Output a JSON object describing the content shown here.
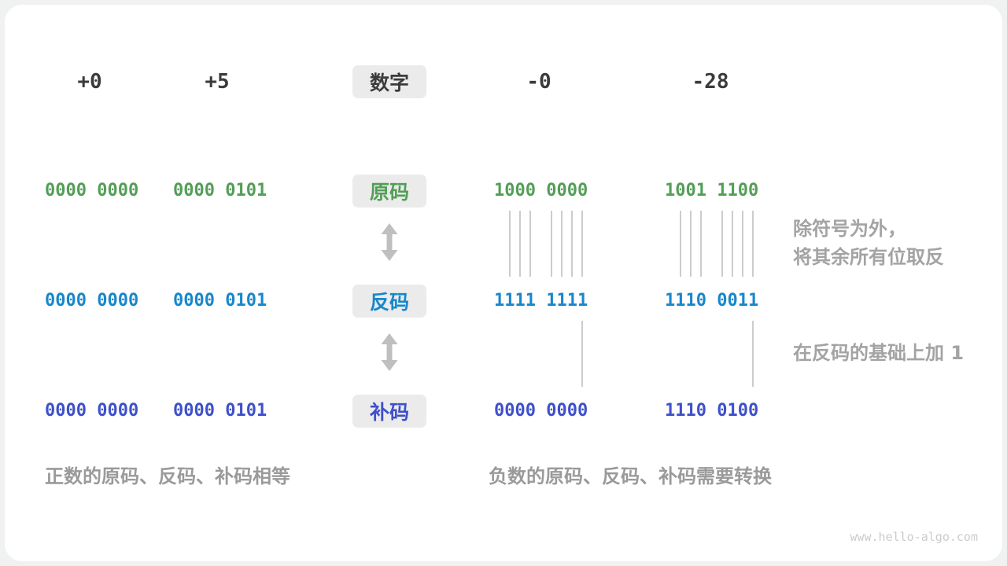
{
  "headers": {
    "pos0": "+0",
    "pos5": "+5",
    "number_badge": "数字",
    "neg0": "-0",
    "neg28": "-28"
  },
  "rows": [
    {
      "name": "sign-magnitude",
      "badge": "原码",
      "values": [
        "0000 0000",
        "0000 0101",
        "1000 0000",
        "1001 1100"
      ]
    },
    {
      "name": "ones-complement",
      "badge": "反码",
      "values": [
        "0000 0000",
        "0000 0101",
        "1111 1111",
        "1110 0011"
      ]
    },
    {
      "name": "twos-complement",
      "badge": "补码",
      "values": [
        "0000 0000",
        "0000 0101",
        "0000 0000",
        "1110 0100"
      ]
    }
  ],
  "annotations": {
    "flip_line1": "除符号为外，",
    "flip_line2": "将其余所有位取反",
    "add_one": "在反码的基础上加 1"
  },
  "captions": {
    "positive": "正数的原码、反码、补码相等",
    "negative": "负数的原码、反码、补码需要转换"
  },
  "footer": "www.hello-algo.com",
  "colors": {
    "header_text": "#3b3b3b",
    "green": "#529e57",
    "azure": "#1787cc",
    "indigo": "#3e50cb",
    "badge_bg": "#ebebeb",
    "annotation": "#a3a3a3",
    "caption": "#9a9a9a",
    "arrow": "#bfbfbf",
    "flip_line": "#999999",
    "footer_text": "#cccccc"
  }
}
